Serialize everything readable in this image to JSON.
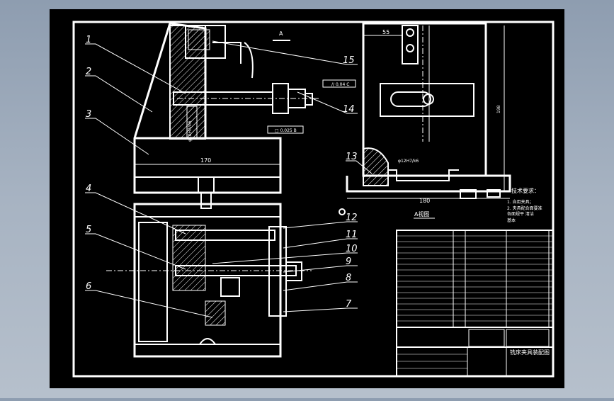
{
  "drawing": {
    "view_title_top": "A",
    "view_a_label": "A视图",
    "part_numbers": [
      "1",
      "2",
      "3",
      "4",
      "5",
      "6",
      "7",
      "8",
      "9",
      "10",
      "11",
      "12",
      "13",
      "14",
      "15"
    ],
    "dim_170": "170",
    "dim_180": "180",
    "dim_55": "55",
    "dim_vertical_right": "198",
    "fit_note_a": "φ12H7/k6",
    "fit_note_vertical": "φ10H7/n6",
    "tol_frame_1": "// 0.04 C",
    "tol_frame_2": "□ 0.025 B",
    "tech_req_title": "技术要求：",
    "tech_req_lines": [
      "1. 自用夹具；",
      "2. 夹具配合面要准",
      "各面规平 清洁",
      "基本"
    ],
    "title_block_name": "铣床夹具装配图",
    "colors": {
      "background": "#000000",
      "line": "#ffffff",
      "gray_band": "#9aa7b7"
    }
  }
}
